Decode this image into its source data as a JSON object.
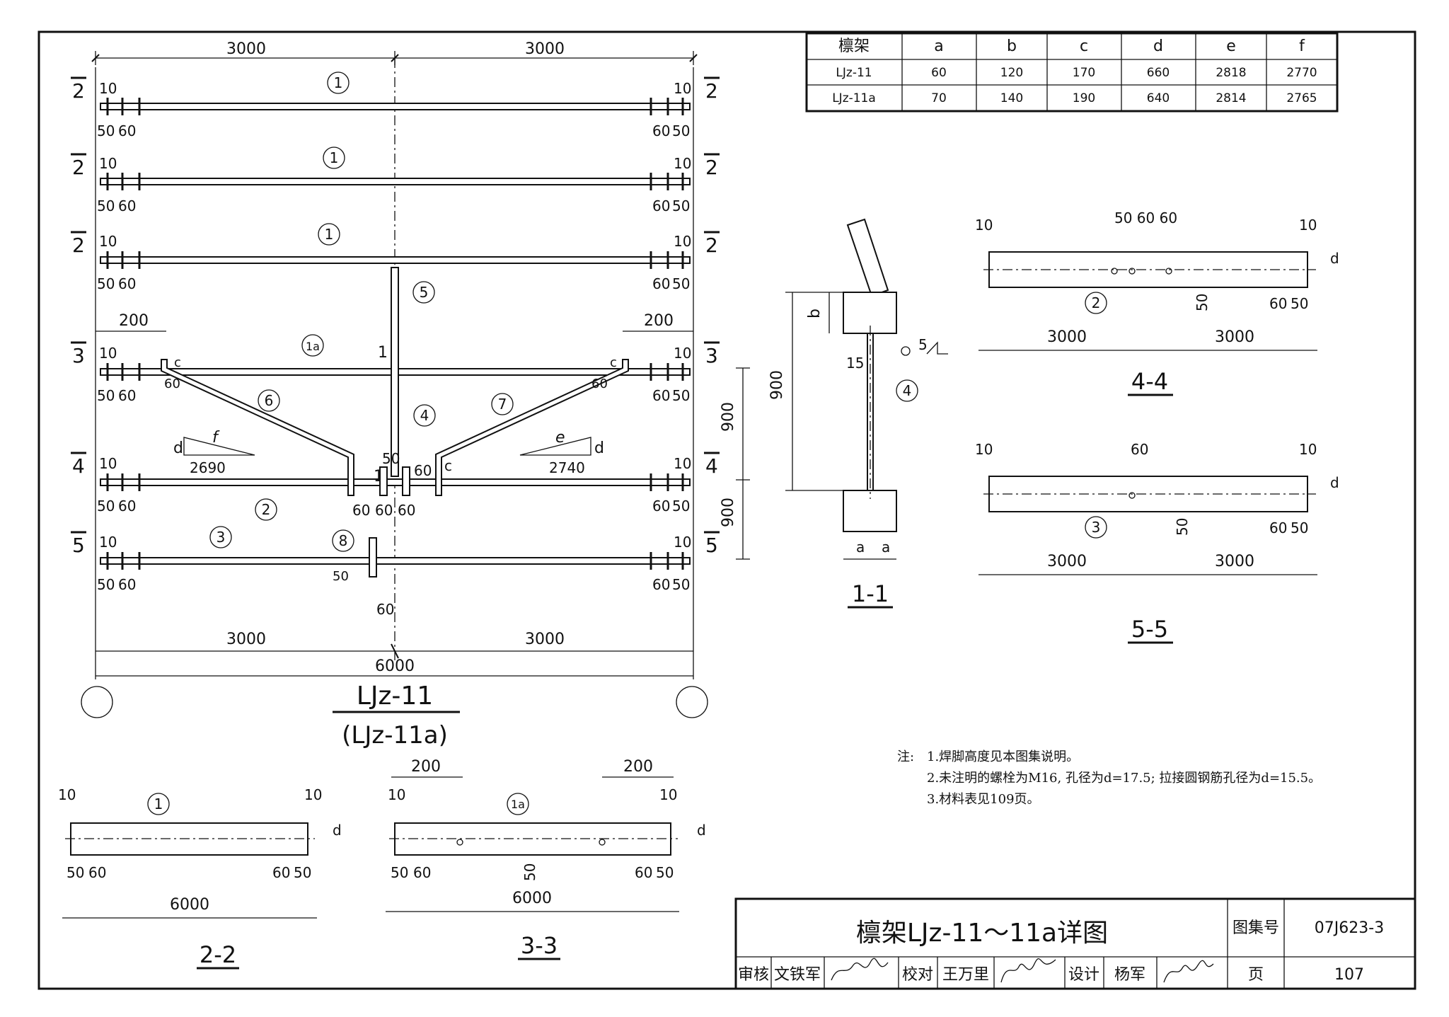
{
  "table": {
    "headers": [
      "檩架",
      "a",
      "b",
      "c",
      "d",
      "e",
      "f"
    ],
    "rows": [
      [
        "LJz-11",
        "60",
        "120",
        "170",
        "660",
        "2818",
        "2770"
      ],
      [
        "LJz-11a",
        "70",
        "140",
        "190",
        "640",
        "2814",
        "2765"
      ]
    ]
  },
  "main": {
    "title": "LJz-11",
    "subtitle": "(LJz-11a)",
    "dims": {
      "d3000": "3000",
      "d6000": "6000",
      "d10": "10",
      "d50": "50",
      "d60": "60",
      "d200": "200",
      "d900": "900",
      "d2690": "2690",
      "d2740": "2740",
      "c": "c",
      "d": "d",
      "e": "e",
      "f": "f"
    },
    "sections": {
      "s2": "2",
      "s3": "3",
      "s4": "4",
      "s5": "5",
      "s1": "1"
    },
    "marks": {
      "m1": "1",
      "m1a": "1a",
      "m2": "2",
      "m3": "3",
      "m4": "4",
      "m5": "5",
      "m6": "6",
      "m7": "7",
      "m8": "8"
    }
  },
  "views": {
    "v11": "1-1",
    "v22": "2-2",
    "v33": "3-3",
    "v44": "4-4",
    "v55": "5-5",
    "weld": "5",
    "a": "a",
    "b": "b",
    "d15": "15",
    "d506060": "50 60 60"
  },
  "notes": {
    "head": "注:",
    "items": [
      "1.焊脚高度见本图集说明。",
      "2.未注明的螺栓为M16, 孔径为d=17.5; 拉接圆钢筋孔径为d=15.5。",
      "3.材料表见109页。"
    ]
  },
  "titleblock": {
    "title": "檩架LJz-11～11a详图",
    "atlas_label": "图集号",
    "atlas_no": "07J623-3",
    "page_label": "页",
    "page_no": "107",
    "review_label": "审核",
    "reviewer": "文铁军",
    "check_label": "校对",
    "checker": "王万里",
    "design_label": "设计",
    "designer": "杨军"
  }
}
